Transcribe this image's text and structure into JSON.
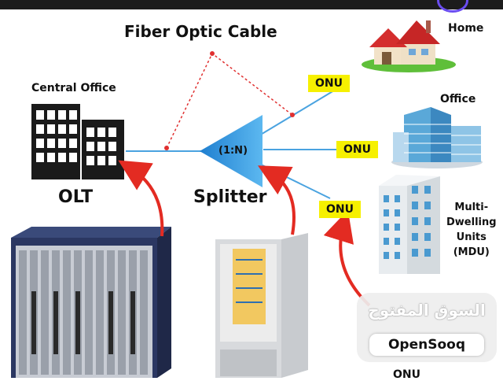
{
  "title": "Fiber Optic Cable",
  "labels": {
    "central_office": "Central Office",
    "olt": "OLT",
    "splitter_ratio": "(1:N)",
    "splitter": "Splitter",
    "home": "Home",
    "office": "Office",
    "mdu_lines": [
      "Multi-",
      "Dwelling",
      "Units",
      "(MDU)"
    ]
  },
  "onu_labels": [
    "ONU",
    "ONU",
    "ONU",
    "ONU"
  ],
  "watermark": {
    "arabic": "السوق المفتوح",
    "brand": "OpenSooq"
  },
  "colors": {
    "fiber_line": "#4aa3e0",
    "splitter": "#2a8fd6",
    "arrow": "#e32b22",
    "onu_bg": "#f6f000",
    "dotted": "#e03030"
  }
}
